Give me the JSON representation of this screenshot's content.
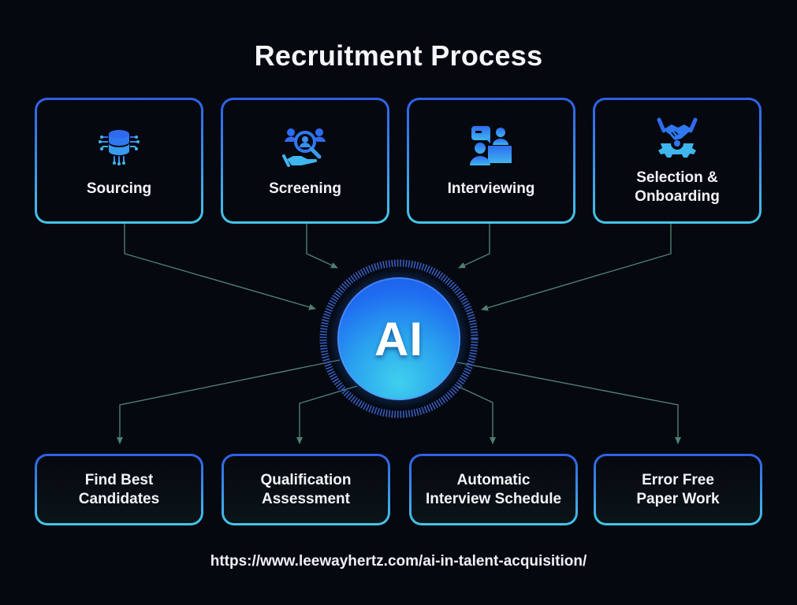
{
  "title": "Recruitment Process",
  "center": {
    "label": "AI"
  },
  "stages": [
    {
      "label": "Sourcing",
      "icon": "database-network-icon"
    },
    {
      "label": "Screening",
      "icon": "candidate-search-icon"
    },
    {
      "label": "Interviewing",
      "icon": "interview-chat-icon"
    },
    {
      "label": "Selection & Onboarding",
      "label_line1": "Selection &",
      "label_line2": "Onboarding",
      "icon": "handshake-gear-icon"
    }
  ],
  "outcomes": [
    {
      "label_line1": "Find Best",
      "label_line2": "Candidates"
    },
    {
      "label_line1": "Qualification",
      "label_line2": "Assessment"
    },
    {
      "label_line1": "Automatic",
      "label_line2": "Interview Schedule"
    },
    {
      "label_line1": "Error Free",
      "label_line2": "Paper Work"
    }
  ],
  "source_url": "https://www.leewayhertz.com/ai-in-talent-acquisition/",
  "colors": {
    "background": "#05080f",
    "border_top": "#2f5fe6",
    "border_bottom": "#45c6e8",
    "connector": "#4f7f70",
    "ai_core": "#2aa2ef"
  }
}
